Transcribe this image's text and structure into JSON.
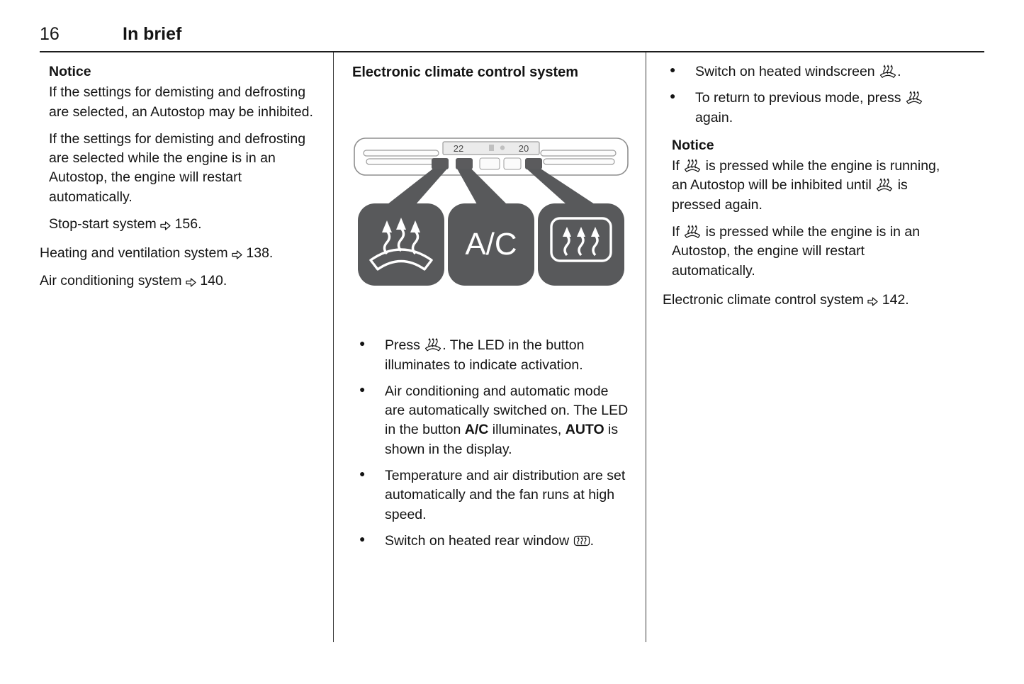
{
  "page": {
    "number": "16",
    "title": "In brief"
  },
  "colors": {
    "button_gray": "#58595b",
    "text": "#141414"
  },
  "column1": {
    "notice": {
      "heading": "Notice",
      "paragraphs": [
        "If the settings for demisting and defrosting are selected, an Autostop may be inhibited.",
        "If the settings for demisting and defrosting are selected while the engine is in an Autostop, the engine will restart automatically."
      ],
      "ref": [
        {
          "text": "Stop-start system "
        },
        {
          "icon": "page-ref-arrow-icon"
        },
        {
          "text": " 156."
        }
      ]
    },
    "refs": [
      [
        {
          "text": "Heating and ventilation system "
        },
        {
          "icon": "page-ref-arrow-icon"
        },
        {
          "text": " 138."
        }
      ],
      [
        {
          "text": "Air conditioning system "
        },
        {
          "icon": "page-ref-arrow-icon"
        },
        {
          "text": " 140."
        }
      ]
    ]
  },
  "column2": {
    "heading": "Electronic climate control system",
    "figure": {
      "display_left": "22",
      "display_right": "20",
      "ac_label": "A/C"
    },
    "bullets": [
      [
        {
          "text": "Press "
        },
        {
          "icon": "windscreen-demist-icon"
        },
        {
          "text": ". The LED in the button illuminates to indicate activation."
        }
      ],
      [
        {
          "text": "Air conditioning and automatic mode are automatically switched on. The LED in the button "
        },
        {
          "text": "A/C",
          "bold": true
        },
        {
          "text": " illuminates, "
        },
        {
          "text": "AUTO",
          "bold": true
        },
        {
          "text": " is shown in the display."
        }
      ],
      [
        {
          "text": "Temperature and air distribution are set automatically and the fan runs at high speed."
        }
      ],
      [
        {
          "text": "Switch on heated rear window "
        },
        {
          "icon": "heated-rear-window-icon"
        },
        {
          "text": "."
        }
      ]
    ]
  },
  "column3": {
    "bullets": [
      [
        {
          "text": "Switch on heated windscreen "
        },
        {
          "icon": "heated-windscreen-icon"
        },
        {
          "text": "."
        }
      ],
      [
        {
          "text": "To return to previous mode, press "
        },
        {
          "icon": "heated-windscreen-icon"
        },
        {
          "text": " again."
        }
      ]
    ],
    "notice": {
      "heading": "Notice",
      "paragraphs": [
        [
          {
            "text": "If "
          },
          {
            "icon": "heated-windscreen-icon"
          },
          {
            "text": " is pressed while the engine is running, an Autostop will be inhibited until "
          },
          {
            "icon": "heated-windscreen-icon"
          },
          {
            "text": " is pressed again."
          }
        ],
        [
          {
            "text": "If "
          },
          {
            "icon": "heated-windscreen-icon"
          },
          {
            "text": " is pressed while the engine is in an Autostop, the engine will restart automatically."
          }
        ]
      ]
    },
    "ref": [
      {
        "text": "Electronic climate control system "
      },
      {
        "icon": "page-ref-arrow-icon"
      },
      {
        "text": " 142."
      }
    ]
  }
}
